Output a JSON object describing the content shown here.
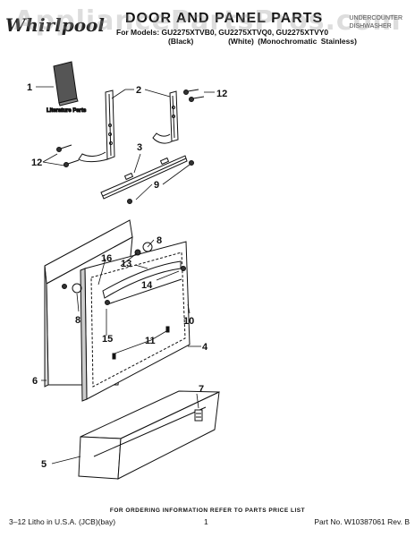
{
  "watermark": "AppliancePartsPros.com",
  "brand": {
    "logo_text": "Whirlpool"
  },
  "header": {
    "title": "DOOR AND PANEL PARTS",
    "corner_line1": "UNDERCOUNTER",
    "corner_line2": "DISHWASHER",
    "models_line": "For Models: GU2275XTVB0, GU2275XTVQ0, GU2275XTVY0",
    "color_black": "(Black)",
    "color_white": "(White)",
    "color_stainless": "(Monochromatic Stainless)"
  },
  "literature_label": "Literature Parts",
  "callouts": {
    "c1": "1",
    "c2": "2",
    "c3": "3",
    "c4": "4",
    "c5": "5",
    "c6": "6",
    "c7": "7",
    "c8a": "8",
    "c8b": "8",
    "c9": "9",
    "c10": "10",
    "c11": "11",
    "c12a": "12",
    "c12b": "12",
    "c13": "13",
    "c14": "14",
    "c15": "15",
    "c16": "16"
  },
  "footer": {
    "order_info": "FOR ORDERING INFORMATION REFER TO PARTS PRICE LIST",
    "litho": "3–12 Litho in U.S.A. (JCB)(bay)",
    "page": "1",
    "part_no": "Part No. W10387061 Rev. B"
  }
}
